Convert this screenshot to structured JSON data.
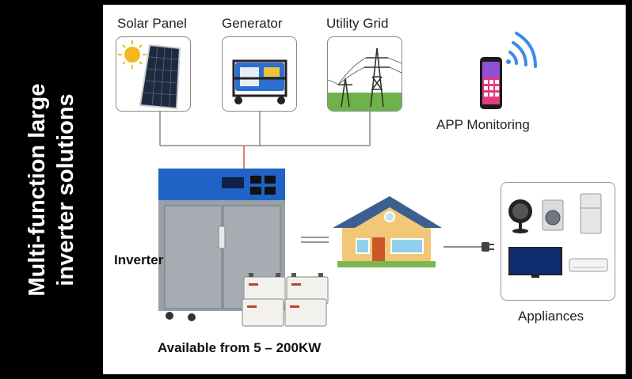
{
  "side_title": {
    "line1": "Multi-function large",
    "line2": "inverter solutions"
  },
  "sources": {
    "solar_label": "Solar Panel",
    "generator_label": "Generator",
    "grid_label": "Utility Grid"
  },
  "app_label": "APP Monitoring",
  "inverter_label": "Inverter",
  "appliances_label": "Appliances",
  "availability_text": "Available from 5 – 200KW",
  "colors": {
    "inverter_blue": "#1f63c6",
    "inverter_gray": "#9aa0a6",
    "house_roof": "#3d5f8f",
    "house_wall": "#f2c777",
    "connector": "#d9826b"
  }
}
